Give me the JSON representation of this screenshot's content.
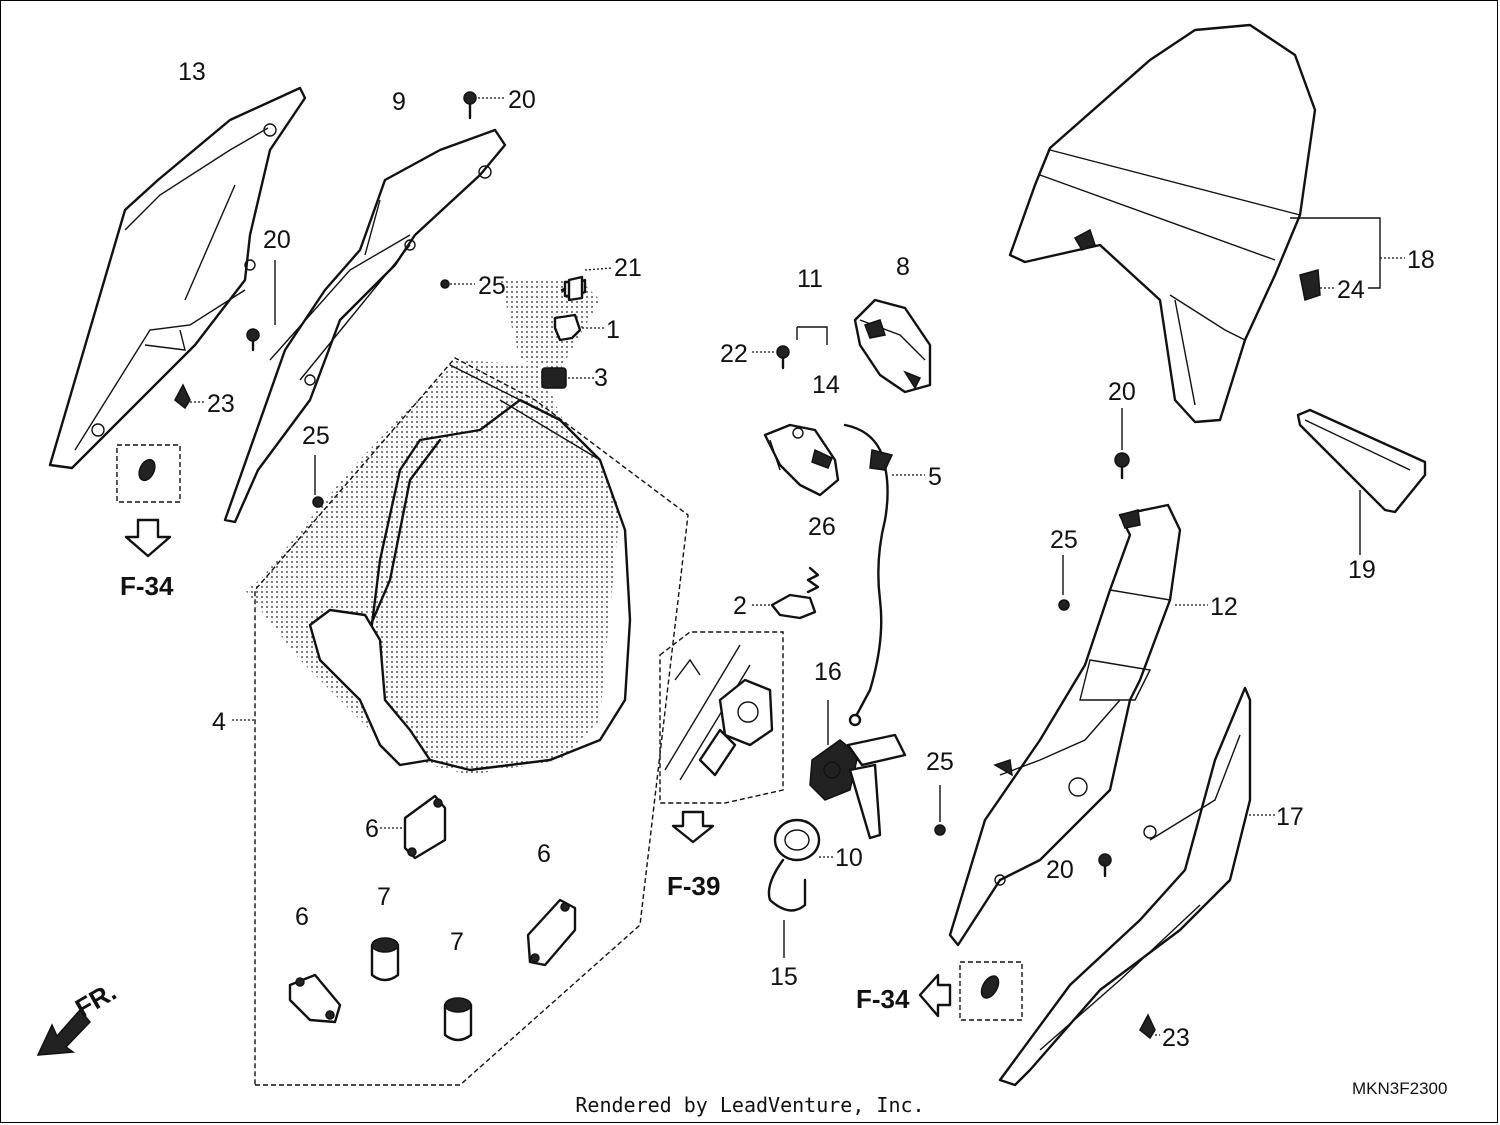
{
  "callouts": {
    "c1": "1",
    "c2": "2",
    "c3": "3",
    "c4": "4",
    "c5": "5",
    "c6a": "6",
    "c6b": "6",
    "c6c": "6",
    "c7a": "7",
    "c7b": "7",
    "c8": "8",
    "c9": "9",
    "c10": "10",
    "c11": "11",
    "c12": "12",
    "c13": "13",
    "c14": "14",
    "c15": "15",
    "c16": "16",
    "c17": "17",
    "c18": "18",
    "c19": "19",
    "c20a": "20",
    "c20b": "20",
    "c20c": "20",
    "c20d": "20",
    "c21": "21",
    "c22": "22",
    "c23a": "23",
    "c23b": "23",
    "c24": "24",
    "c25a": "25",
    "c25b": "25",
    "c25c": "25",
    "c25d": "25",
    "c26": "26"
  },
  "references": {
    "f34_left": "F-34",
    "f39": "F-39",
    "f34_right": "F-34"
  },
  "front_marker": "FR.",
  "diagram_code": "MKN3F2300",
  "credit": "Rendered by LeadVenture, Inc."
}
